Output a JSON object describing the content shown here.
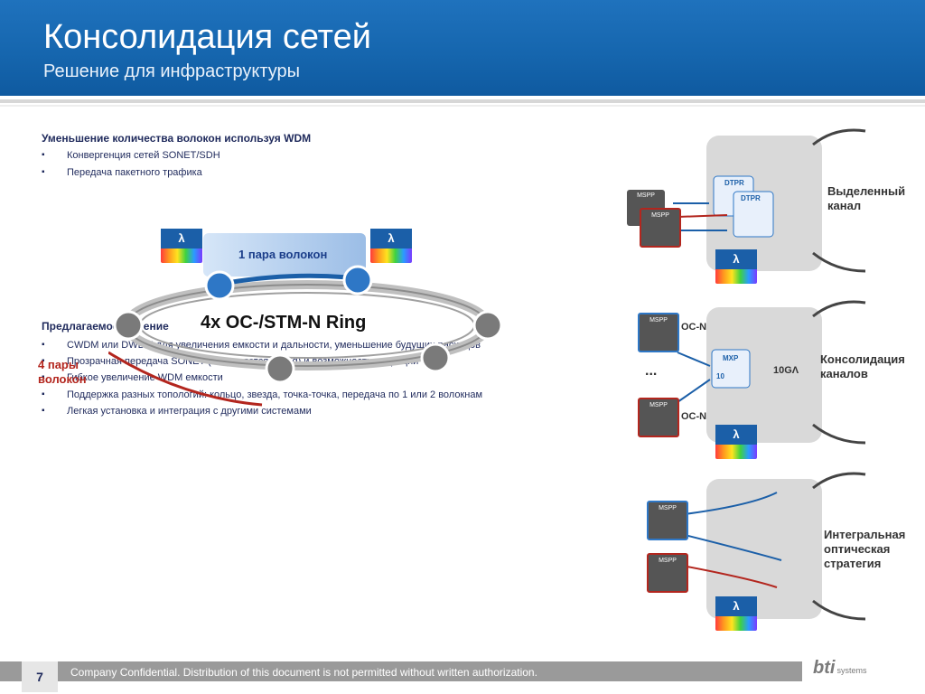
{
  "header": {
    "title": "Консолидация сетей",
    "subtitle": "Решение для инфраструктуры"
  },
  "section1": {
    "heading": "Уменьшение количества волокон используя WDM",
    "bullets": [
      "Конвергенция сетей SONET/SDH",
      "Передача пакетного трафика"
    ]
  },
  "section2": {
    "heading": "Предлагаемое решение",
    "bullets": [
      "CWDM или DWDM для увеличения емкости и дальности, уменьшение будущих расходов",
      "Прозрачная передача SONET (сохраняется timing) и возможность миграции OTN",
      "Гибкое увеличение WDM емкости",
      "Поддержка разных топологий: кольцо, звезда, точка-точка, передача по 1 или 2 волокнам",
      "Легкая установка и интеграция с другими системами"
    ]
  },
  "diagram": {
    "ring_label": "4x OC-/STM-N Ring",
    "pair_label": "1 пара волокон",
    "four_pairs_label": "4 пары волокон",
    "lambda": "λ"
  },
  "right": {
    "label1": "Выделенный канал",
    "label2": "Консолидация каналов",
    "label3": "Интегральная оптическая стратегия",
    "mspp": "MSPP",
    "dtpr": "DTPR",
    "mxp": "MXP",
    "ocn": "OC-N",
    "rate": "10GΛ",
    "dots": "...",
    "ten": "10"
  },
  "footer": {
    "page": "7",
    "text": "Company Confidential. Distribution of this document is not permitted without written authorization.",
    "logo": "bti",
    "logo_sub": "systems"
  },
  "colors": {
    "header": "#1565ad",
    "accent_red": "#b3261e",
    "accent_blue": "#1b5fa8"
  }
}
